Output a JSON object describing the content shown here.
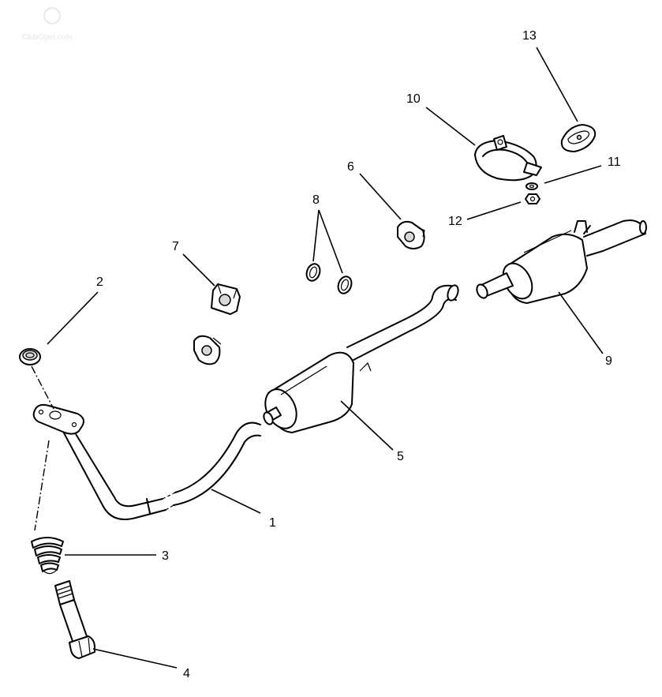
{
  "watermark": {
    "text": "ClubOpel.com",
    "color": "#e4e4e4"
  },
  "callouts": [
    {
      "id": "1",
      "label": "1"
    },
    {
      "id": "2",
      "label": "2"
    },
    {
      "id": "3",
      "label": "3"
    },
    {
      "id": "4",
      "label": "4"
    },
    {
      "id": "5",
      "label": "5"
    },
    {
      "id": "6",
      "label": "6"
    },
    {
      "id": "7",
      "label": "7"
    },
    {
      "id": "8",
      "label": "8"
    },
    {
      "id": "9",
      "label": "9"
    },
    {
      "id": "10",
      "label": "10"
    },
    {
      "id": "11",
      "label": "11"
    },
    {
      "id": "12",
      "label": "12"
    },
    {
      "id": "13",
      "label": "13"
    }
  ]
}
